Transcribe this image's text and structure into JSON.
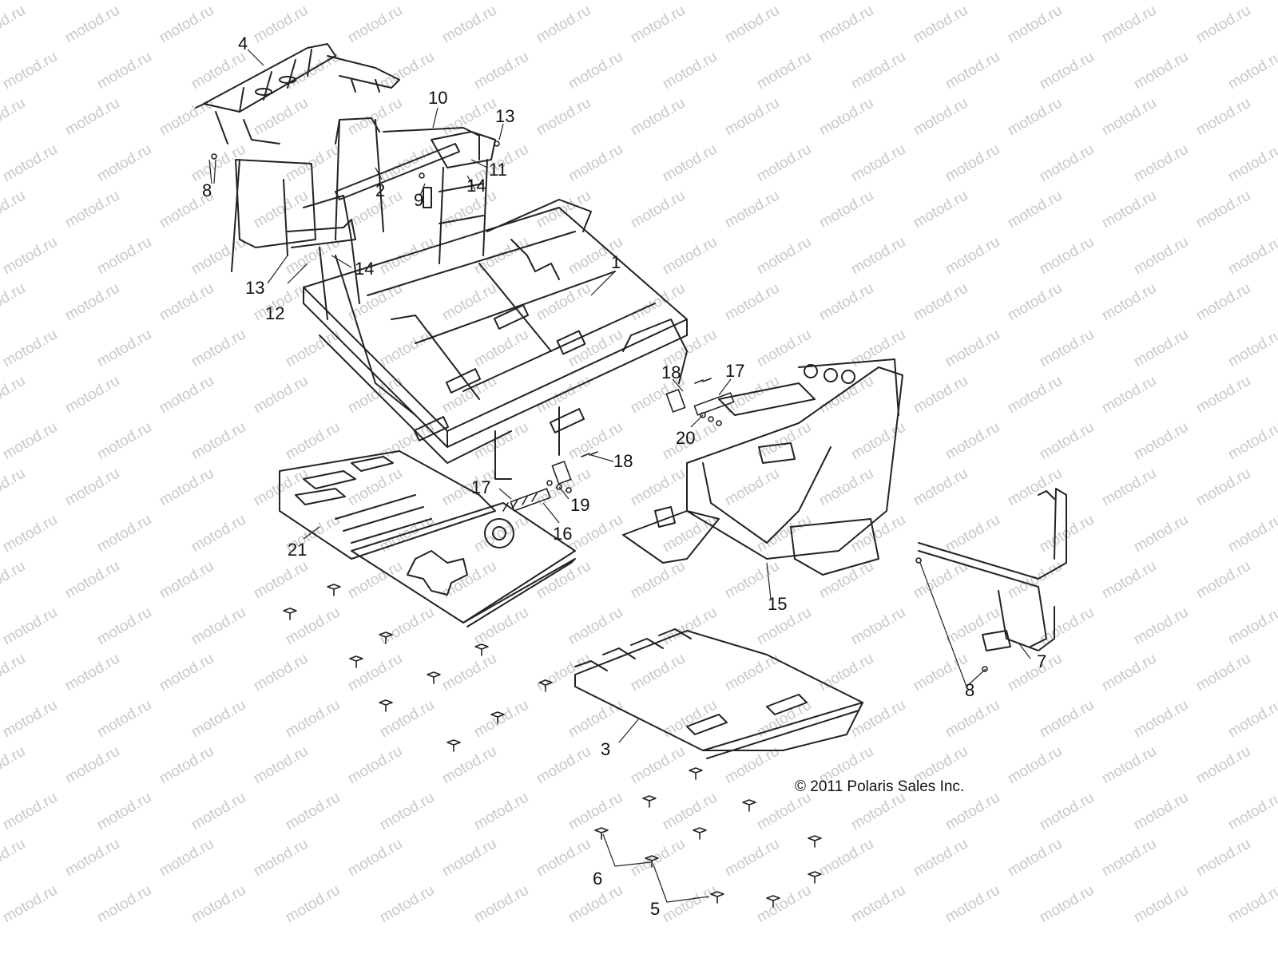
{
  "diagram": {
    "watermark_text": "motod.ru",
    "copyright": "© 2011 Polaris Sales Inc.",
    "callouts": [
      {
        "id": "c1",
        "label": "1"
      },
      {
        "id": "c2",
        "label": "2"
      },
      {
        "id": "c3",
        "label": "3"
      },
      {
        "id": "c4",
        "label": "4"
      },
      {
        "id": "c5",
        "label": "5"
      },
      {
        "id": "c6",
        "label": "6"
      },
      {
        "id": "c7",
        "label": "7"
      },
      {
        "id": "c8a",
        "label": "8"
      },
      {
        "id": "c8b",
        "label": "8"
      },
      {
        "id": "c9",
        "label": "9"
      },
      {
        "id": "c10",
        "label": "10"
      },
      {
        "id": "c11",
        "label": "11"
      },
      {
        "id": "c12",
        "label": "12"
      },
      {
        "id": "c13a",
        "label": "13"
      },
      {
        "id": "c13b",
        "label": "13"
      },
      {
        "id": "c14a",
        "label": "14"
      },
      {
        "id": "c14b",
        "label": "14"
      },
      {
        "id": "c15",
        "label": "15"
      },
      {
        "id": "c16",
        "label": "16"
      },
      {
        "id": "c17a",
        "label": "17"
      },
      {
        "id": "c17b",
        "label": "17"
      },
      {
        "id": "c18a",
        "label": "18"
      },
      {
        "id": "c18b",
        "label": "18"
      },
      {
        "id": "c19",
        "label": "19"
      },
      {
        "id": "c20",
        "label": "20"
      },
      {
        "id": "c21",
        "label": "21"
      }
    ],
    "colors": {
      "line": "#222222",
      "watermark": "#c8c8c8",
      "background": "#ffffff"
    }
  }
}
